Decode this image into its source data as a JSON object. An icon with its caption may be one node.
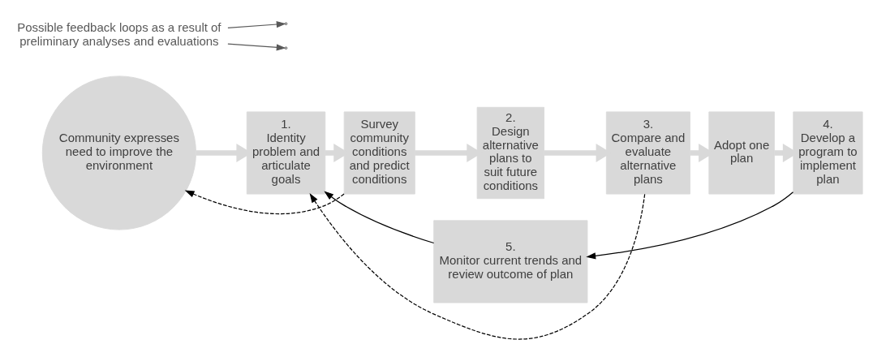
{
  "diagram": {
    "nodes": [
      {
        "text": [
          "Community expresses need to improve the environment"
        ]
      },
      {
        "text": [
          "1.",
          "Identity problem and articulate goals"
        ]
      },
      {
        "text": [
          "Survey community conditions and predict conditions"
        ]
      },
      {
        "text": [
          "2.",
          "Design alternative plans to suit future conditions"
        ]
      },
      {
        "text": [
          "3.",
          "Compare and evaluate alternative plans"
        ]
      },
      {
        "text": [
          "Adopt one plan"
        ]
      },
      {
        "text": [
          "4.",
          "Develop a program to implement plan"
        ]
      },
      {
        "text": [
          "5.",
          "Monitor current trends and review outcome of plan"
        ]
      },
      {
        "text": [
          "Possible feedback loops as a result of preliminary analyses and evaluations"
        ]
      }
    ],
    "edges": [
      {
        "from": 0,
        "to": 1,
        "arrow": "to",
        "style": "thick"
      },
      {
        "from": 1,
        "to": 2,
        "arrow": "to",
        "style": "thick"
      },
      {
        "from": 2,
        "to": 3,
        "arrow": "to",
        "style": "thick"
      },
      {
        "from": 3,
        "to": 4,
        "arrow": "to",
        "style": "thick"
      },
      {
        "from": 4,
        "to": 5,
        "arrow": "to",
        "style": "thick"
      },
      {
        "from": 5,
        "to": 6,
        "arrow": "to",
        "style": "thick"
      },
      {
        "from": 2,
        "to": 0,
        "arrow": "to",
        "style": "dashed",
        "color": "#000000"
      },
      {
        "from": 4,
        "to": 1,
        "arrow": "to",
        "style": "dashed",
        "color": "#000000"
      },
      {
        "from": 6,
        "to": 7,
        "arrow": "to",
        "color": "#000000"
      },
      {
        "from": 7,
        "to": 1,
        "arrow": "to",
        "color": "#000000"
      },
      {
        "from": 8,
        "to": null,
        "arrow": "to",
        "color": "#595959"
      },
      {
        "from": 8,
        "to": null,
        "arrow": "to",
        "color": "#595959"
      }
    ]
  }
}
